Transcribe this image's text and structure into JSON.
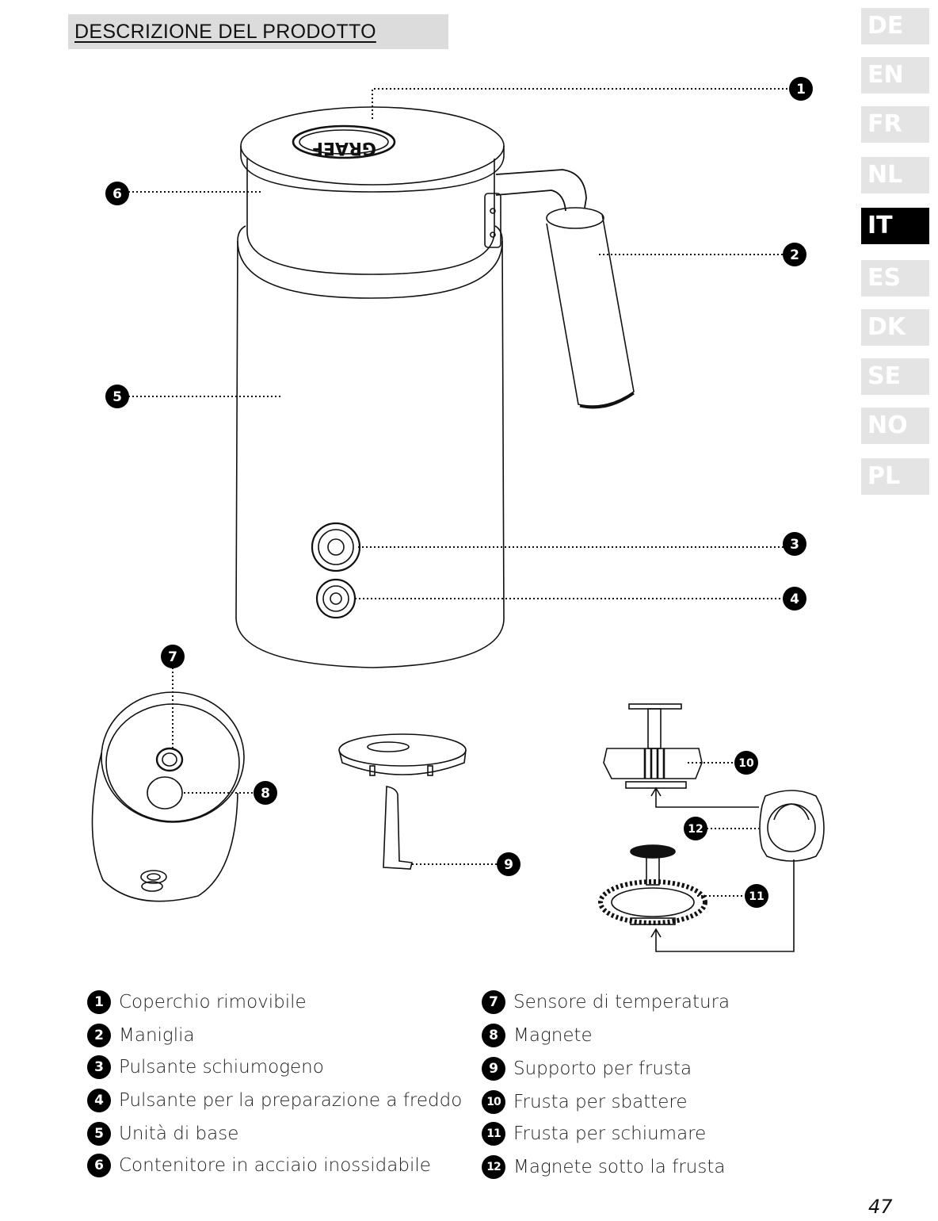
{
  "header": {
    "title": "DESCRIZIONE DEL PRODOTTO"
  },
  "languages": [
    "DE",
    "EN",
    "FR",
    "NL",
    "IT",
    "ES",
    "DK",
    "SE",
    "NO",
    "PL"
  ],
  "active_language": "IT",
  "brand_logo": "GRAEF",
  "callouts": [
    "1",
    "2",
    "3",
    "4",
    "5",
    "6",
    "7",
    "8",
    "9",
    "10",
    "11",
    "12"
  ],
  "legend": {
    "left": [
      {
        "num": "1",
        "label": "Coperchio rimovibile"
      },
      {
        "num": "2",
        "label": "Maniglia"
      },
      {
        "num": "3",
        "label": "Pulsante schiumogeno"
      },
      {
        "num": "4",
        "label": "Pulsante per la preparazione a freddo"
      },
      {
        "num": "5",
        "label": "Unità di base"
      },
      {
        "num": "6",
        "label": "Contenitore in acciaio inossidabile"
      }
    ],
    "right": [
      {
        "num": "7",
        "label": "Sensore di temperatura"
      },
      {
        "num": "8",
        "label": "Magnete"
      },
      {
        "num": "9",
        "label": "Supporto per frusta"
      },
      {
        "num": "10",
        "label": "Frusta per sbattere"
      },
      {
        "num": "11",
        "label": "Frusta per schiumare"
      },
      {
        "num": "12",
        "label": "Magnete sotto la frusta"
      }
    ]
  },
  "page_number": "47"
}
